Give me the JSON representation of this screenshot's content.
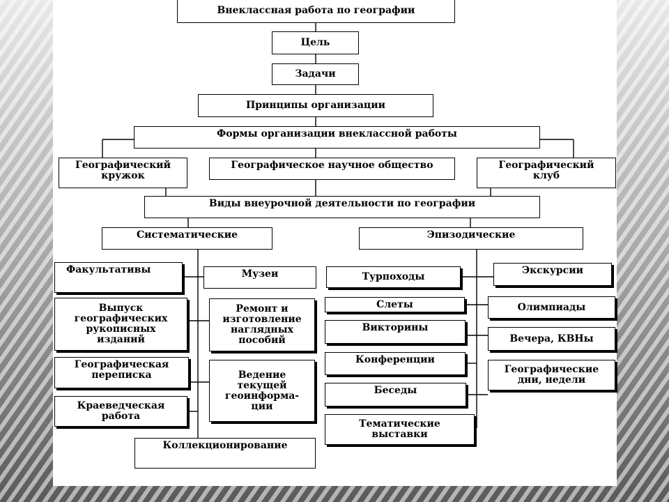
{
  "diagram": {
    "root": "Внеклассная работа по географии",
    "goal": "Цель",
    "tasks": "Задачи",
    "principles": "Принципы организации",
    "forms": "Формы организации внеклассной работы",
    "form_items": [
      "Географический\nкружок",
      "Географическое научное общество",
      "Географический\nклуб"
    ],
    "activity_types": "Виды внеурочной деятельности по географии",
    "systematic": {
      "title": "Систематические",
      "left_column": [
        "Факультативы",
        "Выпуск\nгеографических\nрукописных\nизданий",
        "Географическая\nпереписка",
        "Краеведческая\nработа"
      ],
      "right_column": [
        "Музеи",
        "Ремонт и\nизготовление\nнаглядных\nпособий",
        "Ведение\nтекущей\nгеоинформа-\nции"
      ],
      "bottom": "Коллекционирование"
    },
    "episodic": {
      "title": "Эпизодические",
      "left_column": [
        "Турпоходы",
        "Слеты",
        "Викторины",
        "Конференции",
        "Беседы",
        "Тематические\nвыставки"
      ],
      "right_column": [
        "Экскурсии",
        "Олимпиады",
        "Вечера, КВНы",
        "Географические\nдни, недели"
      ]
    }
  }
}
